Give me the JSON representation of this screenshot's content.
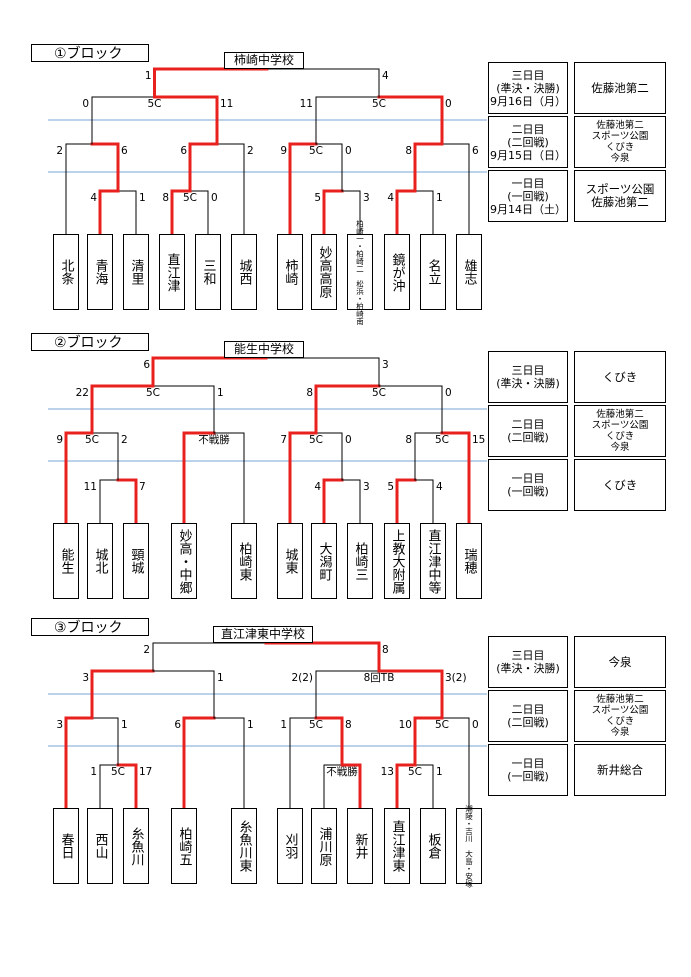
{
  "colors": {
    "line": "#000000",
    "winner": "#e8201e",
    "guide": "#7aa6d6"
  },
  "blocks": [
    {
      "header": "①ブロック",
      "champion_label": "柿崎中学校",
      "teams": [
        {
          "name": "北条"
        },
        {
          "name": "青海"
        },
        {
          "name": "清里"
        },
        {
          "name": "直江津"
        },
        {
          "name": "三和"
        },
        {
          "name": "城西"
        },
        {
          "name": "柿崎"
        },
        {
          "name": "妙高高原"
        },
        {
          "name": "柏崎一・柏崎二　松浜・柏崎南",
          "small": true
        },
        {
          "name": "鏡が沖"
        },
        {
          "name": "名立"
        },
        {
          "name": "雄志"
        }
      ],
      "first_round": [
        {
          "a": 1,
          "b": 2,
          "win": "a",
          "sa": "4",
          "sb": "1",
          "mid": ""
        },
        {
          "a": 3,
          "b": 4,
          "win": "a",
          "sa": "8",
          "sb": "0",
          "mid": "5C"
        },
        {
          "a": 7,
          "b": 8,
          "win": "a",
          "sa": "5",
          "sb": "3",
          "mid": ""
        },
        {
          "a": 9,
          "b": 10,
          "win": "a",
          "sa": "4",
          "sb": "1",
          "mid": ""
        }
      ],
      "second_round": [
        {
          "ua": 0,
          "ub": "fr0",
          "win": "b",
          "sa": "2",
          "sb": "6",
          "mid": ""
        },
        {
          "ua": "fr1",
          "ub": 5,
          "win": "a",
          "sa": "6",
          "sb": "2",
          "mid": ""
        },
        {
          "ua": 6,
          "ub": "fr2",
          "win": "a",
          "sa": "9",
          "sb": "0",
          "mid": "5C"
        },
        {
          "ua": "fr3",
          "ub": 11,
          "win": "a",
          "sa": "8",
          "sb": "6",
          "mid": ""
        }
      ],
      "third_round": [
        {
          "ua": 0,
          "ub": 1,
          "win": "b",
          "sa": "0",
          "sb": "11",
          "mid": "5C"
        },
        {
          "ua": 2,
          "ub": 3,
          "win": "b",
          "sa": "11",
          "sb": "0",
          "mid": "5C"
        }
      ],
      "final": {
        "win": "a",
        "sa": "1",
        "sb": "4",
        "mid": ""
      },
      "schedule": [
        {
          "day": "三日目\n(準決・決勝)\n9月16日（月）",
          "venue": "佐藤池第二",
          "small": false
        },
        {
          "day": "二日目\n(二回戦)\n9月15日（日）",
          "venue": "佐藤池第二\nスポーツ公園\nくびき\n今泉",
          "small": true
        },
        {
          "day": "一日目\n(一回戦)\n9月14日（土）",
          "venue": "スポーツ公園\n佐藤池第二",
          "small": false
        }
      ]
    },
    {
      "header": "②ブロック",
      "champion_label": "能生中学校",
      "teams": [
        {
          "name": "能生"
        },
        {
          "name": "城北"
        },
        {
          "name": "頸城"
        },
        {
          "name": "妙高・中郷"
        },
        {
          "name": "柏崎東"
        },
        {
          "name": "城東"
        },
        {
          "name": "大潟町"
        },
        {
          "name": "柏崎三"
        },
        {
          "name": "上教大附属"
        },
        {
          "name": "直江津中等"
        },
        {
          "name": "瑞穂"
        }
      ],
      "first_round": [
        {
          "a": 1,
          "b": 2,
          "win": "b",
          "sa": "11",
          "sb": "7",
          "mid": ""
        },
        {
          "a": 6,
          "b": 7,
          "win": "a",
          "sa": "4",
          "sb": "3",
          "mid": ""
        },
        {
          "a": 8,
          "b": 9,
          "win": "a",
          "sa": "5",
          "sb": "4",
          "mid": ""
        }
      ],
      "second_round": [
        {
          "ua": 0,
          "ub": "fr0",
          "win": "a",
          "sa": "9",
          "sb": "2",
          "mid": "5C"
        },
        {
          "ua": 3,
          "ub": 4,
          "win": "a",
          "sa": "",
          "sb": "",
          "mid": "不戦勝"
        },
        {
          "ua": 5,
          "ub": "fr1",
          "win": "a",
          "sa": "7",
          "sb": "0",
          "mid": "5C"
        },
        {
          "ua": "fr2",
          "ub": 10,
          "win": "b",
          "sa": "8",
          "sb": "15",
          "mid": "5C"
        }
      ],
      "third_round": [
        {
          "ua": 0,
          "ub": 1,
          "win": "a",
          "sa": "22",
          "sb": "1",
          "mid": "5C"
        },
        {
          "ua": 2,
          "ub": 3,
          "win": "a",
          "sa": "8",
          "sb": "0",
          "mid": "5C"
        }
      ],
      "final": {
        "win": "a",
        "sa": "6",
        "sb": "3",
        "mid": ""
      },
      "schedule": [
        {
          "day": "三日目\n(準決・決勝)",
          "venue": "くびき",
          "small": false
        },
        {
          "day": "二日目\n(二回戦)",
          "venue": "佐藤池第二\nスポーツ公園\nくびき\n今泉",
          "small": true
        },
        {
          "day": "一日目\n(一回戦)",
          "venue": "くびき",
          "small": false
        }
      ]
    },
    {
      "header": "③ブロック",
      "champion_label": "直江津東中学校",
      "teams": [
        {
          "name": "春日"
        },
        {
          "name": "西山"
        },
        {
          "name": "糸魚川"
        },
        {
          "name": "柏崎五"
        },
        {
          "name": "糸魚川東"
        },
        {
          "name": "刈羽"
        },
        {
          "name": "浦川原"
        },
        {
          "name": "新井"
        },
        {
          "name": "直江津東"
        },
        {
          "name": "板倉"
        },
        {
          "name": "潮陵・吉川　大島・安塚",
          "small": true
        }
      ],
      "first_round": [
        {
          "a": 1,
          "b": 2,
          "win": "b",
          "sa": "1",
          "sb": "17",
          "mid": "5C"
        },
        {
          "a": 6,
          "b": 7,
          "win": "b",
          "sa": "",
          "sb": "",
          "mid": "不戦勝"
        },
        {
          "a": 8,
          "b": 9,
          "win": "a",
          "sa": "13",
          "sb": "1",
          "mid": "5C"
        }
      ],
      "second_round": [
        {
          "ua": 0,
          "ub": "fr0",
          "win": "a",
          "sa": "3",
          "sb": "1",
          "mid": ""
        },
        {
          "ua": 3,
          "ub": 4,
          "win": "a",
          "sa": "6",
          "sb": "1",
          "mid": ""
        },
        {
          "ua": 5,
          "ub": "fr1",
          "win": "b",
          "sa": "1",
          "sb": "8",
          "mid": "5C"
        },
        {
          "ua": "fr2",
          "ub": 10,
          "win": "a",
          "sa": "10",
          "sb": "0",
          "mid": "5C"
        }
      ],
      "third_round": [
        {
          "ua": 0,
          "ub": 1,
          "win": "a",
          "sa": "3",
          "sb": "1",
          "mid": ""
        },
        {
          "ua": 2,
          "ub": 3,
          "win": "b",
          "sa": "2(2)",
          "sb": "3(2)",
          "mid": "8回TB"
        }
      ],
      "final": {
        "win": "b",
        "sa": "2",
        "sb": "8",
        "mid": ""
      },
      "schedule": [
        {
          "day": "三日目\n(準決・決勝)",
          "venue": "今泉",
          "small": false
        },
        {
          "day": "二日目\n(二回戦)",
          "venue": "佐藤池第二\nスポーツ公園\nくびき\n今泉",
          "small": true
        },
        {
          "day": "一日目\n(一回戦)",
          "venue": "新井総合",
          "small": false
        }
      ]
    }
  ]
}
